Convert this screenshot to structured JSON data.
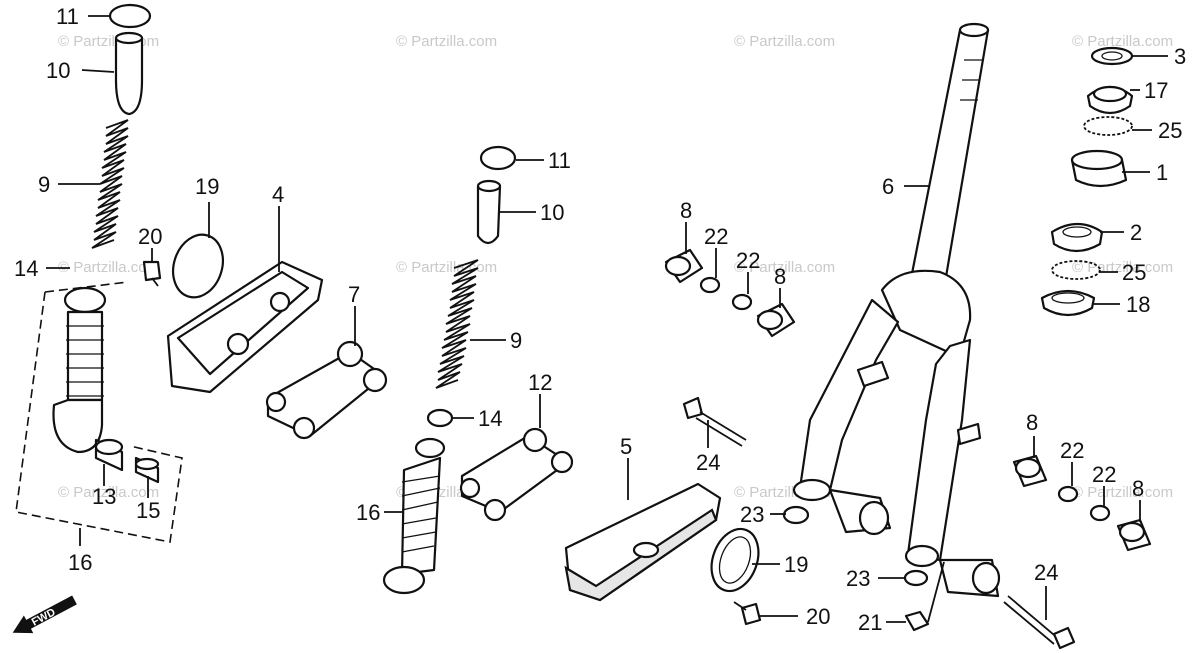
{
  "watermark": "© Partzilla.com",
  "direction_indicator": "FWD",
  "callouts": {
    "left_11": "11",
    "left_10": "10",
    "left_9": "9",
    "left_14": "14",
    "left_19": "19",
    "left_20": "20",
    "left_4": "4",
    "left_7": "7",
    "left_13": "13",
    "left_15": "15",
    "left_16": "16",
    "mid_11": "11",
    "mid_10": "10",
    "mid_9": "9",
    "mid_14": "14",
    "mid_12": "12",
    "mid_16": "16",
    "c_8a": "8",
    "c_22a": "22",
    "c_22b": "22",
    "c_8b": "8",
    "c_24a": "24",
    "c_5": "5",
    "c_23a": "23",
    "c_19": "19",
    "c_20": "20",
    "r_6": "6",
    "r_3": "3",
    "r_17": "17",
    "r_25a": "25",
    "r_1": "1",
    "r_2": "2",
    "r_25b": "25",
    "r_18": "18",
    "r_8a": "8",
    "r_22a": "22",
    "r_22b": "22",
    "r_8b": "8",
    "r_23b": "23",
    "r_21": "21",
    "r_24b": "24"
  }
}
